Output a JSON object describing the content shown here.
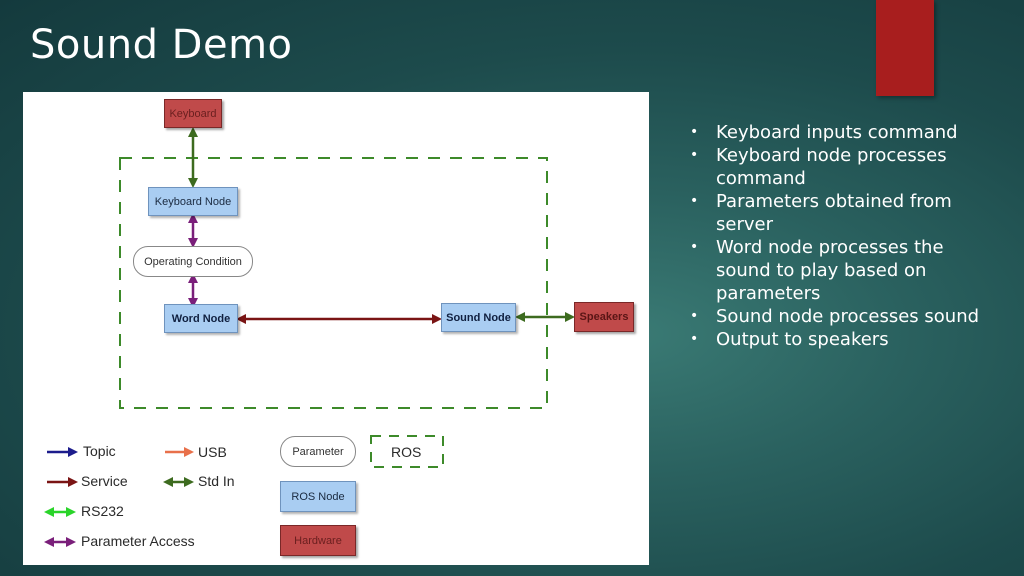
{
  "slide": {
    "title": "Sound Demo",
    "accent_color": "#a81e1e"
  },
  "diagram": {
    "nodes": {
      "keyboard": "Keyboard",
      "keyboard_node": "Keyboard Node",
      "operating_condition": "Operating Condition",
      "word_node": "Word Node",
      "sound_node": "Sound Node",
      "speakers": "Speakers"
    },
    "legend": {
      "topic": "Topic",
      "service": "Service",
      "rs232": "RS232",
      "parameter_access": "Parameter Access",
      "usb": "USB",
      "std_in": "Std In",
      "parameter": "Parameter",
      "ros": "ROS",
      "ros_node": "ROS Node",
      "hardware": "Hardware"
    },
    "colors": {
      "topic": "#1c1c8c",
      "service": "#7a1414",
      "rs232": "#2ad42a",
      "parameter_access": "#7a1f7a",
      "usb": "#e8704a",
      "std_in": "#3d6b1f",
      "ros_boundary": "#3d8a2a"
    }
  },
  "bullets": [
    "Keyboard inputs command",
    "Keyboard node processes command",
    "Parameters obtained from server",
    "Word node processes the sound to play based on parameters",
    "Sound node processes sound",
    "Output to speakers"
  ]
}
